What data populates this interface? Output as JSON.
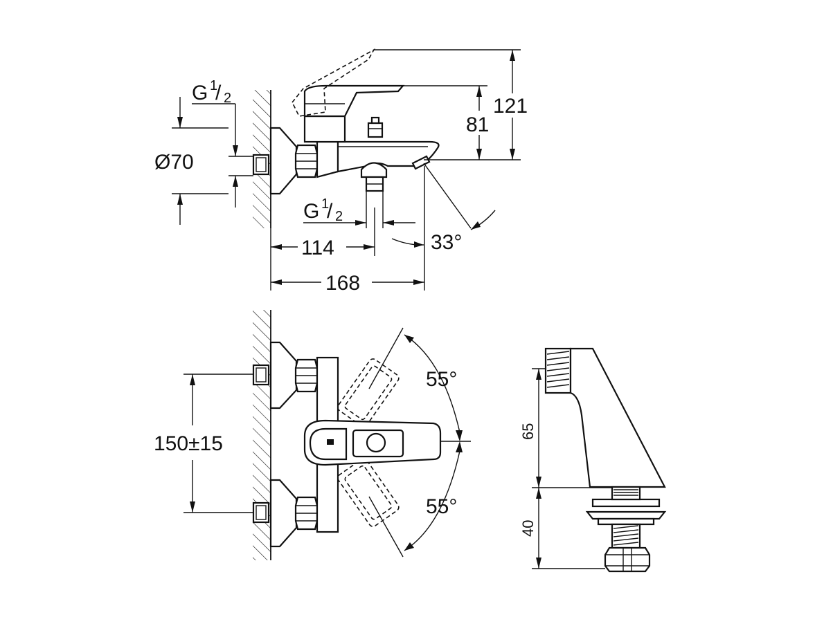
{
  "drawing": {
    "top_view": {
      "g_label_top": "G",
      "g_frac_top_num": "1",
      "g_frac_top_den": "2",
      "diameter": "Ø70",
      "g_label_bottom": "G",
      "g_frac_bottom_num": "1",
      "g_frac_bottom_den": "2",
      "dim_114": "114",
      "dim_168": "168",
      "dim_81": "81",
      "dim_121": "121",
      "angle_33": "33°"
    },
    "front_view": {
      "dim_150": "150±15",
      "angle_upper": "55°",
      "angle_lower": "55°"
    },
    "side_view": {
      "dim_65": "65",
      "dim_40": "40"
    }
  }
}
